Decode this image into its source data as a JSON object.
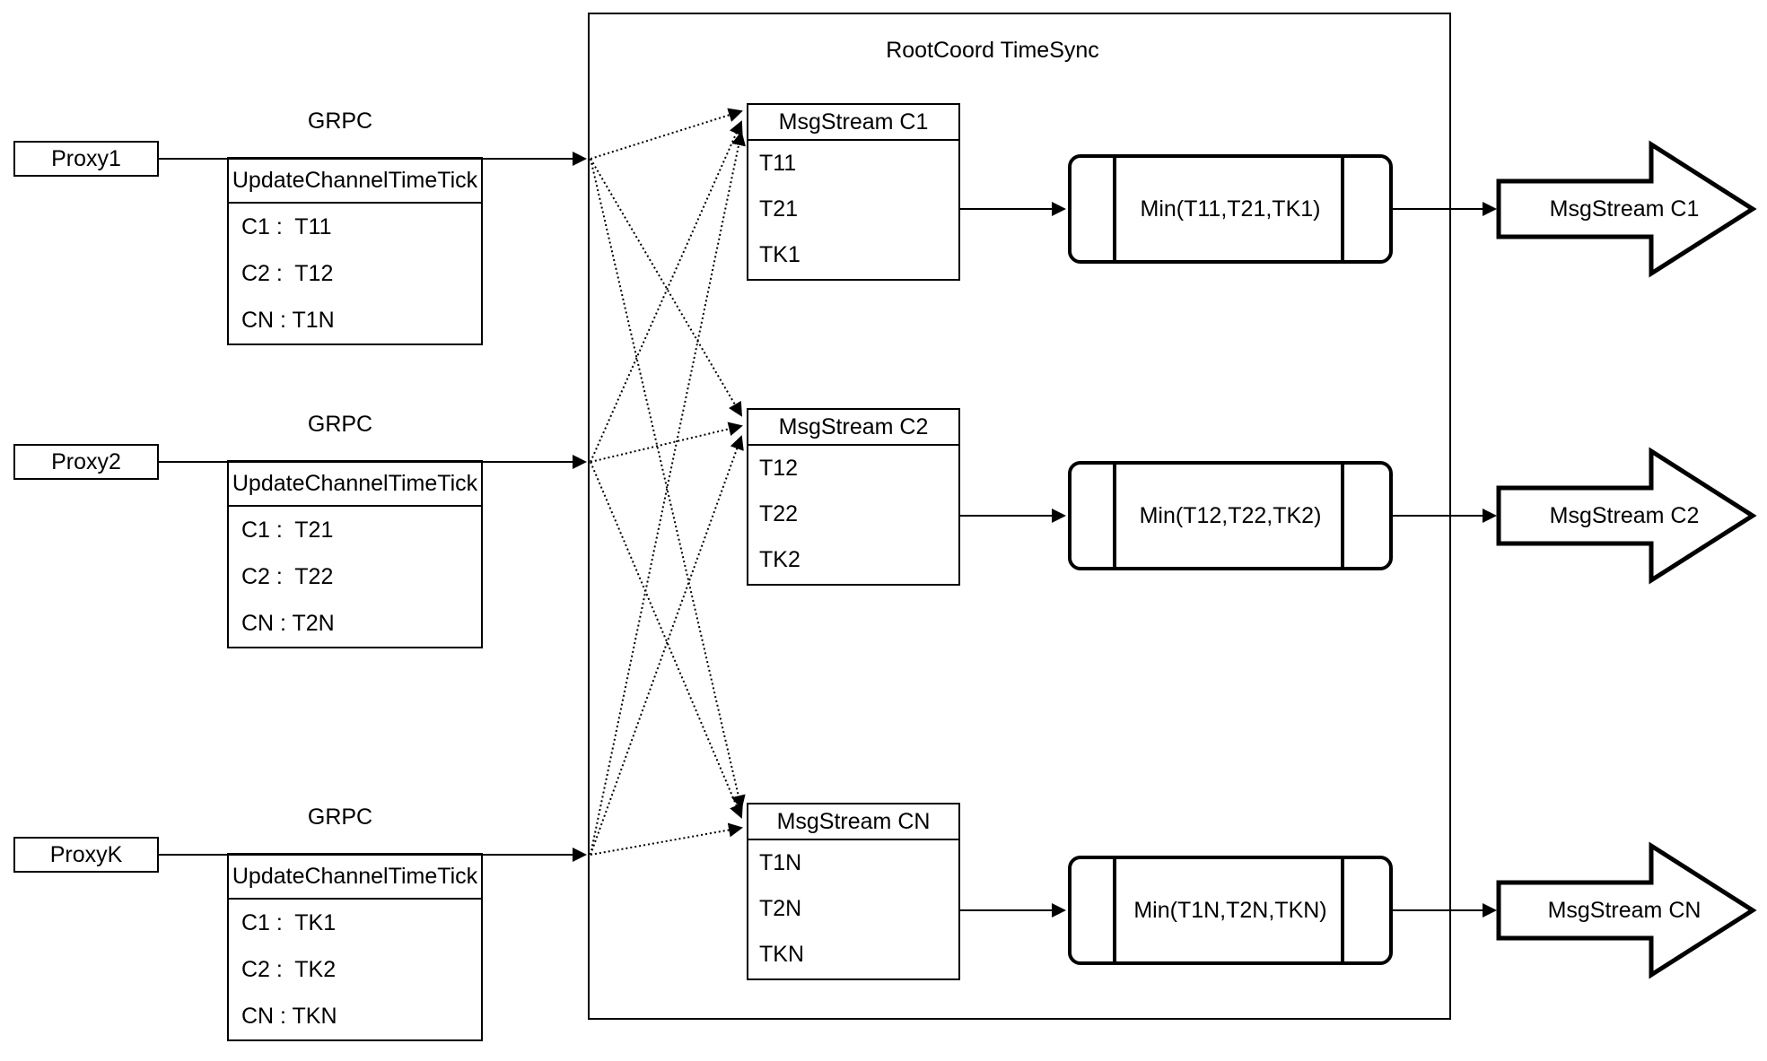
{
  "title": "RootCoord TimeSync",
  "colors": {
    "ink": "#000000",
    "background": "#ffffff"
  },
  "rows": [
    {
      "proxy_label": "Proxy1",
      "protocol_label": "GRPC",
      "rpc": {
        "header": "UpdateChannelTimeTick",
        "entries": [
          "C1 :  T11",
          "C2 :  T12",
          "CN : T1N"
        ]
      },
      "stream": {
        "header": "MsgStream C1",
        "ticks": [
          "T11",
          "T21",
          "TK1"
        ]
      },
      "min_label": "Min(T11,T21,TK1)",
      "output_label": "MsgStream C1"
    },
    {
      "proxy_label": "Proxy2",
      "protocol_label": "GRPC",
      "rpc": {
        "header": "UpdateChannelTimeTick",
        "entries": [
          "C1 :  T21",
          "C2 :  T22",
          "CN : T2N"
        ]
      },
      "stream": {
        "header": "MsgStream C2",
        "ticks": [
          "T12",
          "T22",
          "TK2"
        ]
      },
      "min_label": "Min(T12,T22,TK2)",
      "output_label": "MsgStream C2"
    },
    {
      "proxy_label": "ProxyK",
      "protocol_label": "GRPC",
      "rpc": {
        "header": "UpdateChannelTimeTick",
        "entries": [
          "C1 :  TK1",
          "C2 :  TK2",
          "CN : TKN"
        ]
      },
      "stream": {
        "header": "MsgStream CN",
        "ticks": [
          "T1N",
          "T2N",
          "TKN"
        ]
      },
      "min_label": "Min(T1N,T2N,TKN)",
      "output_label": "MsgStream CN"
    }
  ]
}
